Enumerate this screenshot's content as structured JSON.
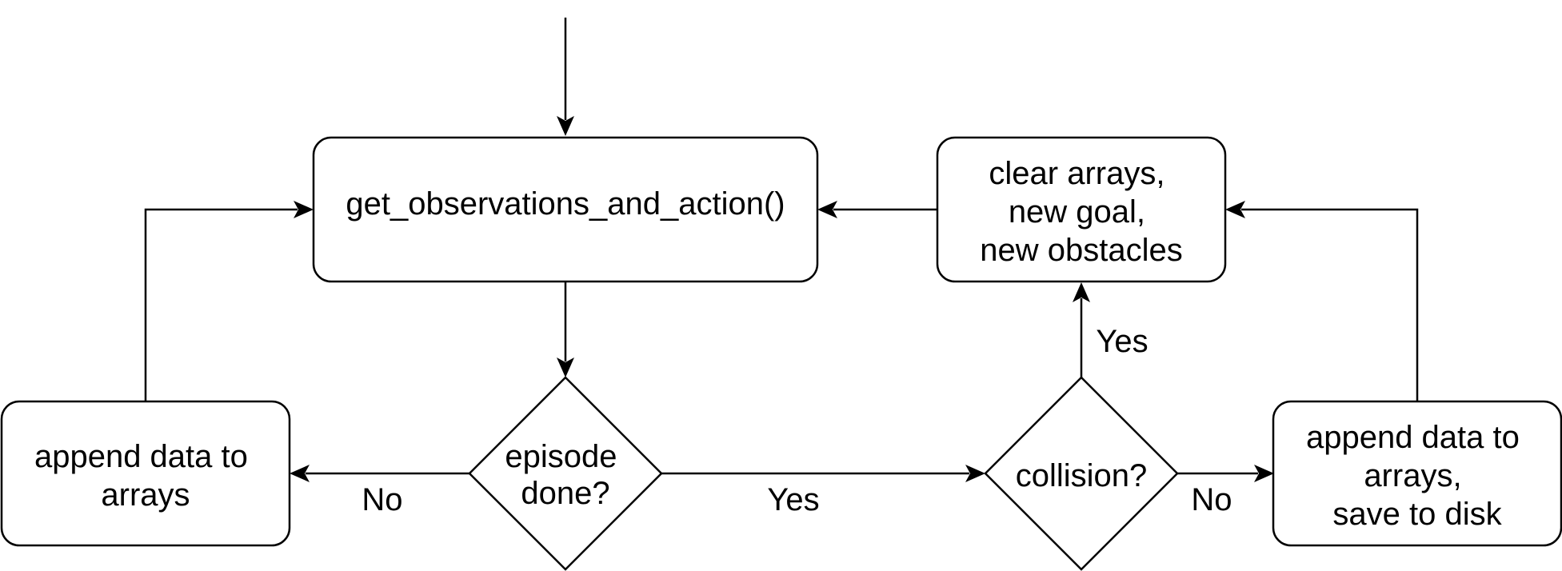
{
  "nodes": {
    "get_obs": {
      "lines": [
        "get_observations_and_action()"
      ]
    },
    "append_left": {
      "lines": [
        "append data to",
        "arrays"
      ]
    },
    "episode_done": {
      "lines": [
        "episode",
        "done?"
      ]
    },
    "collision": {
      "lines": [
        "collision?"
      ]
    },
    "clear_arrays": {
      "lines": [
        "clear arrays,",
        "new goal,",
        "new obstacles"
      ]
    },
    "append_save": {
      "lines": [
        "append data to",
        "arrays,",
        "save to disk"
      ]
    }
  },
  "edge_labels": {
    "episode_no": "No",
    "episode_yes": "Yes",
    "collision_yes": "Yes",
    "collision_no": "No"
  },
  "colors": {
    "stroke": "#000000",
    "fill": "#ffffff",
    "text": "#000000"
  }
}
